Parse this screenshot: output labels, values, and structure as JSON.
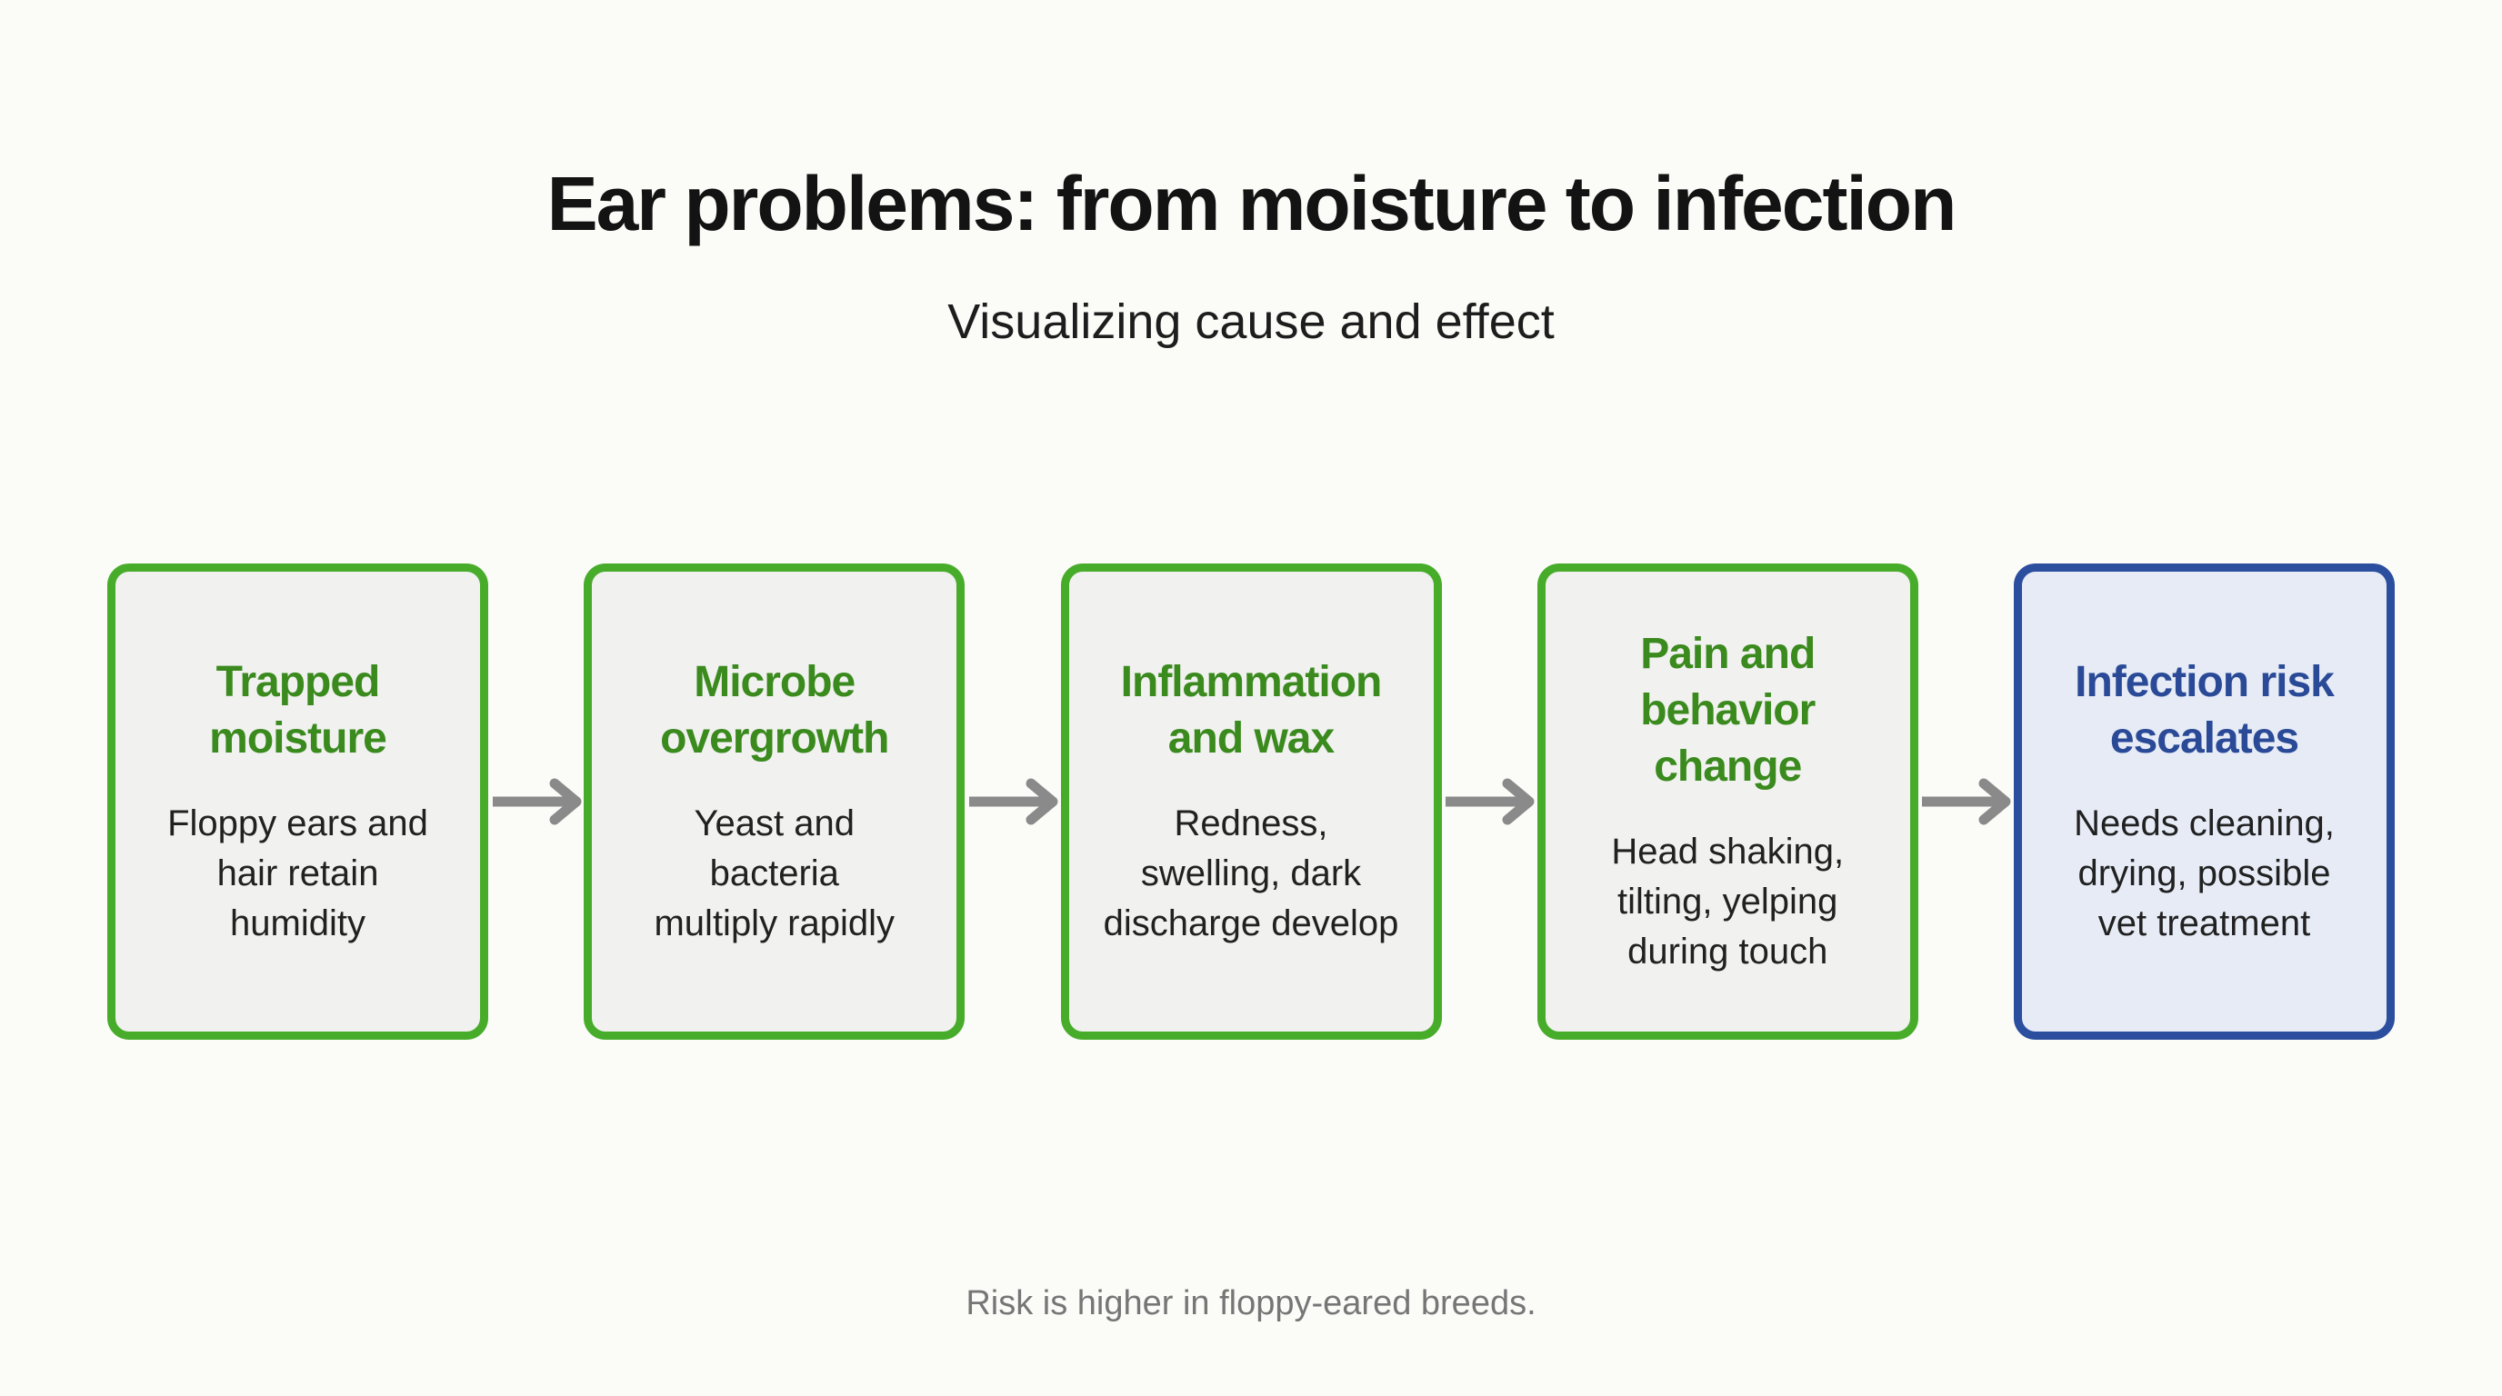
{
  "title": "Ear problems: from moisture to infection",
  "subtitle": "Visualizing cause and effect",
  "footer_note": "Risk is higher in floppy-eared breeds.",
  "colors": {
    "page_background": "#FBFBF8",
    "green_border": "#48AC2B",
    "green_heading_text": "#3A8A1E",
    "green_box_background": "#F1F1EF",
    "blue_border": "#2B4F9E",
    "blue_heading_text": "#2A4A97",
    "blue_box_background": "#E6EBF6",
    "body_text": "#212121",
    "arrow": "#8A8A8A",
    "footer_text": "#767676"
  },
  "flow": {
    "arrow_icon": "right-arrow",
    "steps": [
      {
        "variant": "green",
        "heading": "Trapped\nmoisture",
        "body": "Floppy ears and\nhair retain\nhumidity"
      },
      {
        "variant": "green",
        "heading": "Microbe\novergrowth",
        "body": "Yeast and\nbacteria\nmultiply rapidly"
      },
      {
        "variant": "green",
        "heading": "Inflammation\nand wax",
        "body": "Redness,\nswelling, dark\ndischarge develop"
      },
      {
        "variant": "green",
        "heading": "Pain and\nbehavior\nchange",
        "body": "Head shaking,\ntilting, yelping\nduring touch"
      },
      {
        "variant": "blue",
        "heading": "Infection risk\nescalates",
        "body": "Needs cleaning,\ndrying, possible\nvet treatment"
      }
    ]
  }
}
